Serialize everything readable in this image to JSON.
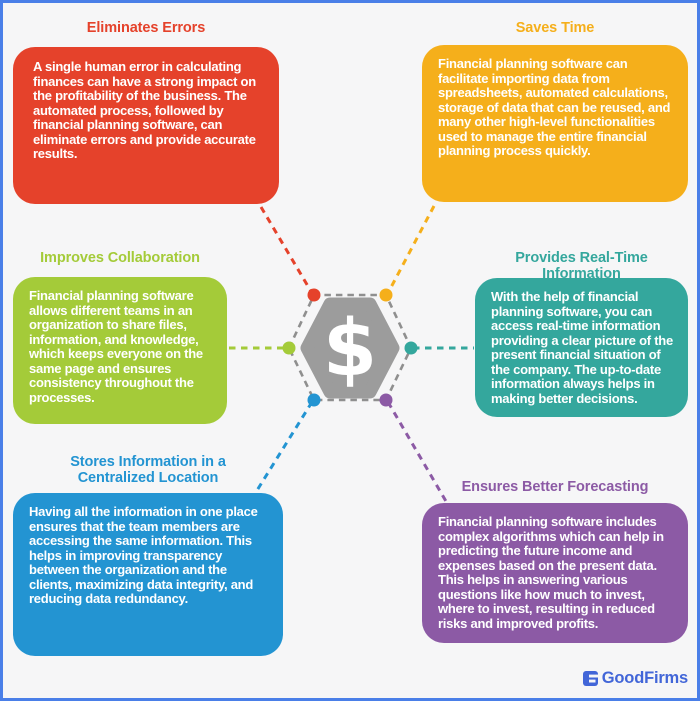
{
  "page": {
    "background": "#f6f6f7",
    "border_color": "#4a7fe8"
  },
  "center": {
    "symbol": "$",
    "hex_fill": "#9c9c9c",
    "outline_color": "#8f8f8f",
    "symbol_color": "#ffffff"
  },
  "sections": [
    {
      "title": "Eliminates Errors",
      "color": "#e5422b",
      "body": "A single human error in calculating finances can have a strong impact on the profitability of the business. The automated process, followed by financial planning software, can eliminate errors and provide accurate results."
    },
    {
      "title": "Saves Time",
      "color": "#f5af1b",
      "body": "Financial planning software can facilitate importing data from spreadsheets, automated calculations, storage of data that can be reused, and many other high-level functionalities used to manage the entire financial planning process quickly."
    },
    {
      "title": "Improves Collaboration",
      "color": "#a4cb39",
      "body": "Financial planning software allows different teams in an organization to share files, information, and knowledge, which keeps everyone on the same page and ensures consistency throughout the processes."
    },
    {
      "title": "Provides Real-Time Information",
      "color": "#34a79d",
      "body": "With the help of financial planning software, you can access real-time information providing a clear picture of the present financial situation of the company. The up-to-date information always helps in making better decisions."
    },
    {
      "title": "Stores Information in a Centralized Location",
      "color": "#2394d2",
      "body": "Having all the information in one place ensures that the team members are accessing the same information. This helps in improving transparency between the organization and the clients, maximizing data integrity, and reducing data redundancy."
    },
    {
      "title": "Ensures Better Forecasting",
      "color": "#8c5aa5",
      "body": "Financial planning software includes complex algorithms which can help in predicting the future income and expenses based on the present data. This helps in answering various questions like how much to invest, where to invest, resulting in reduced risks and improved profits."
    }
  ],
  "footer": {
    "brand": "GoodFirms",
    "brand_color": "#4266d8"
  }
}
